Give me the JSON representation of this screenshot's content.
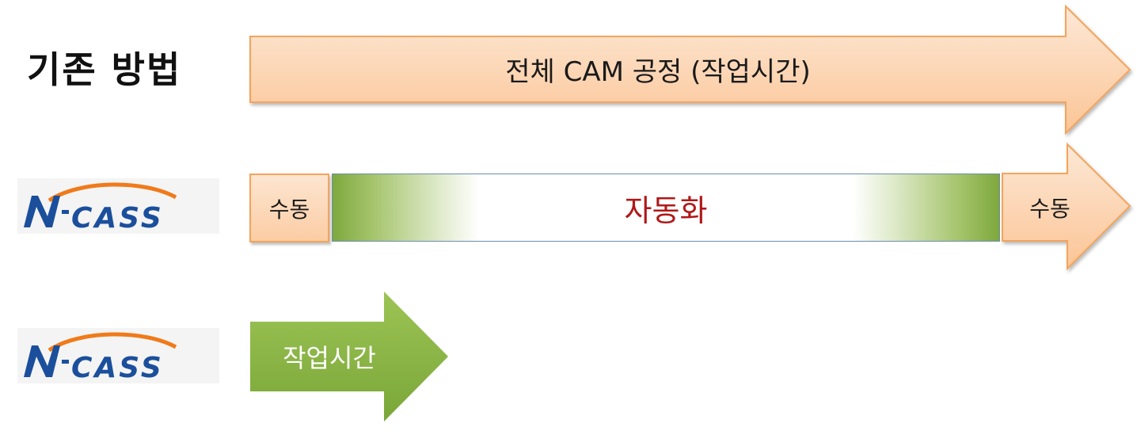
{
  "rows": {
    "existing_label": "기존 방법",
    "full_process_text": "전체 CAM 공정 (작업시간)",
    "manual_left_text": "수동",
    "automation_text": "자동화",
    "manual_right_text": "수동",
    "work_time_text": "작업시간"
  },
  "logo": {
    "text": "N-CASS"
  },
  "colors": {
    "orange_light": "#fde3cc",
    "orange_mid": "#fbc394",
    "orange_border": "#f3a45c",
    "green_dark": "#7ea83d",
    "green_light": "#9bc24f",
    "automation_text": "#b01818",
    "logo_blue": "#1b4f9c",
    "logo_orange": "#f07a1a"
  }
}
